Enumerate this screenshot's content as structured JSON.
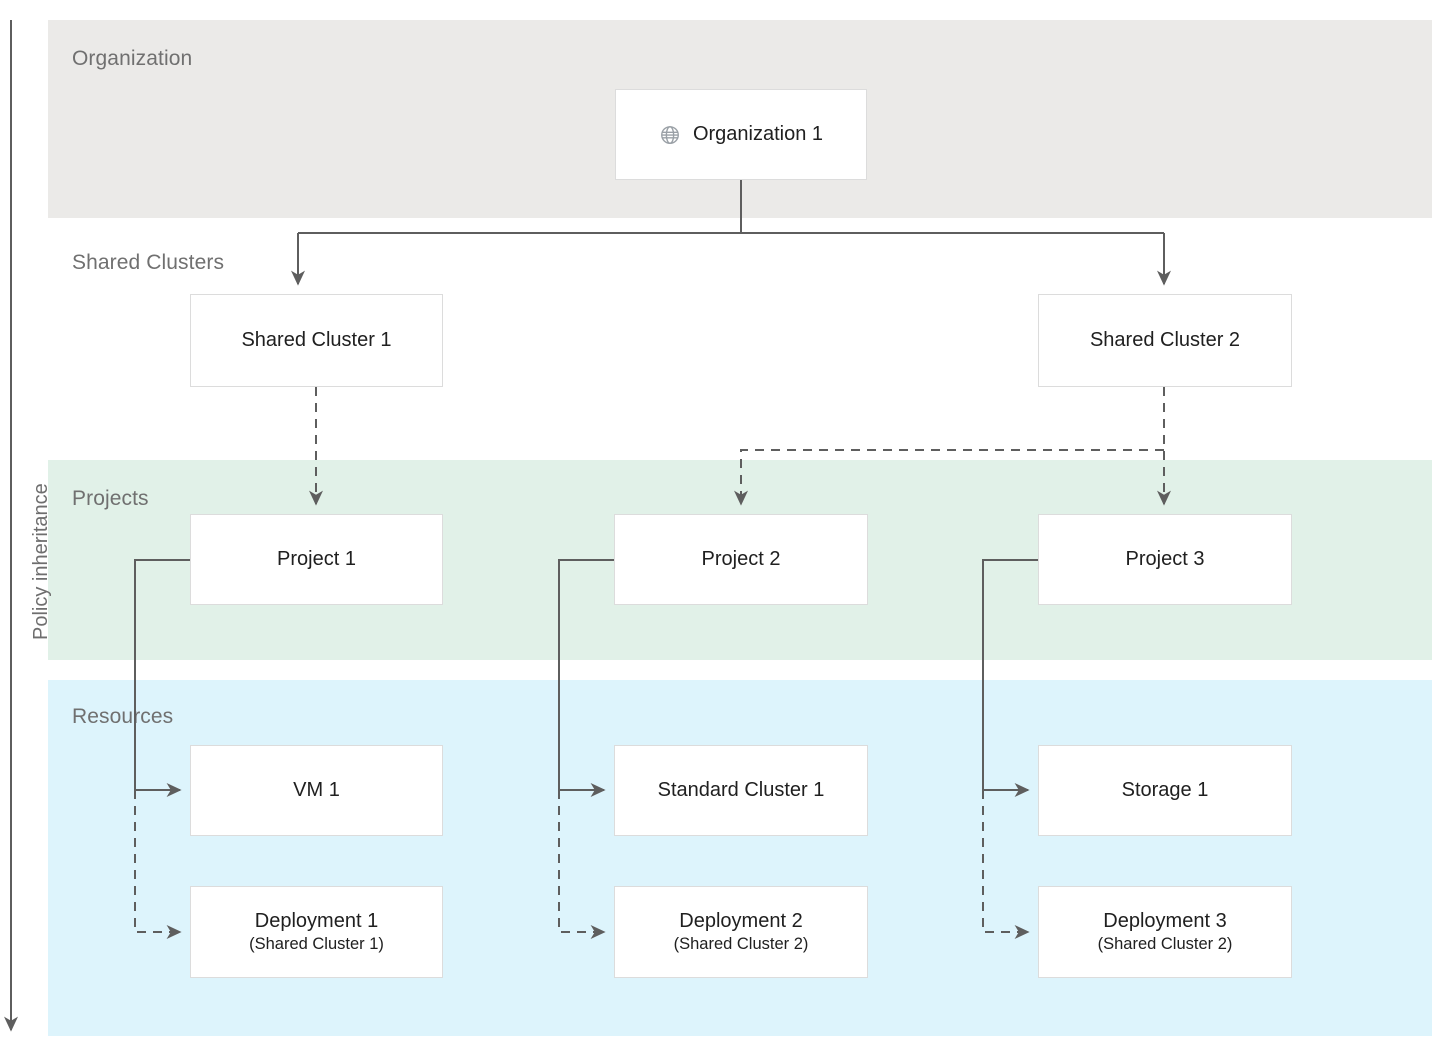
{
  "diagram": {
    "title_axis": "Policy inheritance",
    "colors": {
      "organization_band": "#ebeae8",
      "projects_band": "#e1f1e8",
      "resources_band": "#ddf4fc",
      "node_border": "#dcdcdc",
      "node_fill": "#ffffff",
      "connector": "#5e5e5e",
      "band_label_text": "#707070",
      "node_text": "#202020"
    },
    "bands": [
      {
        "label": "Organization",
        "fill": "#ebeae8"
      },
      {
        "label": "Shared Clusters",
        "fill": "#ffffff"
      },
      {
        "label": "Projects",
        "fill": "#e1f1e8"
      },
      {
        "label": "Resources",
        "fill": "#ddf4fc"
      }
    ],
    "nodes": {
      "organization": {
        "label": "Organization 1",
        "icon": "globe-icon"
      },
      "shared_cluster_1": {
        "label": "Shared Cluster 1"
      },
      "shared_cluster_2": {
        "label": "Shared Cluster 2"
      },
      "project_1": {
        "label": "Project 1"
      },
      "project_2": {
        "label": "Project 2"
      },
      "project_3": {
        "label": "Project 3"
      },
      "vm_1": {
        "label": "VM 1"
      },
      "standard_cluster_1": {
        "label": "Standard Cluster 1"
      },
      "storage_1": {
        "label": "Storage 1"
      },
      "deployment_1": {
        "label": "Deployment 1",
        "subtitle": "(Shared Cluster 1)"
      },
      "deployment_2": {
        "label": "Deployment 2",
        "subtitle": "(Shared Cluster 2)"
      },
      "deployment_3": {
        "label": "Deployment 3",
        "subtitle": "(Shared Cluster 2)"
      }
    }
  }
}
